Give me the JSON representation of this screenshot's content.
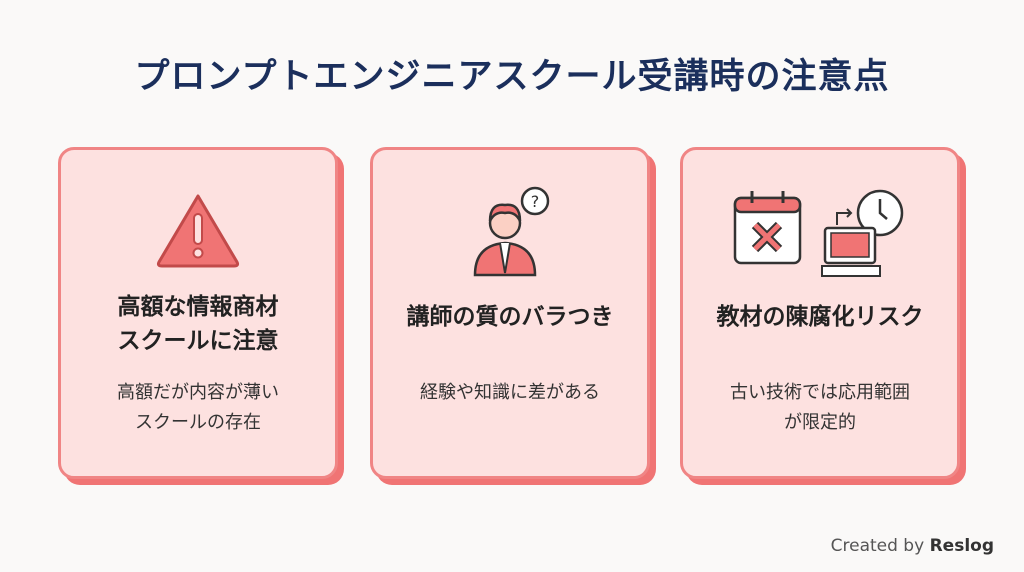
{
  "title": "プロンプトエンジニアスクール受講時の注意点",
  "cards": [
    {
      "heading_lines": [
        "高額な情報商材",
        "スクールに注意"
      ],
      "desc_lines": [
        "高額だが内容が薄い",
        "スクールの存在"
      ],
      "icon": "warning-icon"
    },
    {
      "heading_lines": [
        "講師の質のバラつき"
      ],
      "desc_lines": [
        "経験や知識に差がある"
      ],
      "icon": "instructor-question-icon"
    },
    {
      "heading_lines": [
        "教材の陳腐化リスク"
      ],
      "desc_lines": [
        "古い技術では応用範囲",
        "が限定的"
      ],
      "icon": "outdated-calendar-computer-icon"
    }
  ],
  "credit": {
    "prefix": "Created by",
    "brand": "Reslog"
  },
  "colors": {
    "card_fill": "#fde1e0",
    "card_border": "#f08585",
    "title": "#1b2f5c",
    "accent": "#f07474"
  }
}
